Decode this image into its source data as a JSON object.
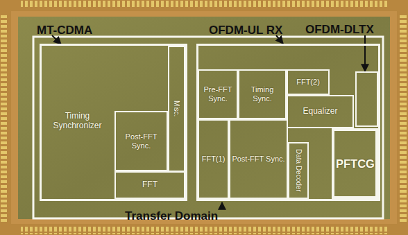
{
  "diagram": {
    "nodes": [
      {
        "text": [
          "MT-CDMA"
        ]
      },
      {
        "text": [
          "Timing Synchronizer"
        ],
        "in": 0
      },
      {
        "text": [
          "Misc."
        ],
        "in": 0
      },
      {
        "text": [
          "Post-FFT Sync."
        ],
        "in": 0
      },
      {
        "text": [
          "FFT"
        ],
        "in": 0
      },
      {
        "text": [
          "OFDM-UL RX"
        ]
      },
      {
        "text": [
          "Pre-FFT Sync."
        ],
        "in": 5
      },
      {
        "text": [
          "Timing Sync."
        ],
        "in": 5
      },
      {
        "text": [
          "FFT(2)"
        ],
        "in": 5
      },
      {
        "text": [
          "Equalizer"
        ],
        "in": 5
      },
      {
        "text": [
          "FFT(1)"
        ],
        "in": 5
      },
      {
        "text": [
          "Post-FFT Sync."
        ],
        "in": 5
      },
      {
        "text": [
          "Data Decoder"
        ],
        "in": 5
      },
      {
        "text": [
          "OFDM-DLTX"
        ],
        "in": 5
      },
      {
        "text": [
          "PFTCG"
        ],
        "in": 5
      }
    ],
    "edges": [],
    "labels": [
      "Transfer Domain"
    ]
  }
}
